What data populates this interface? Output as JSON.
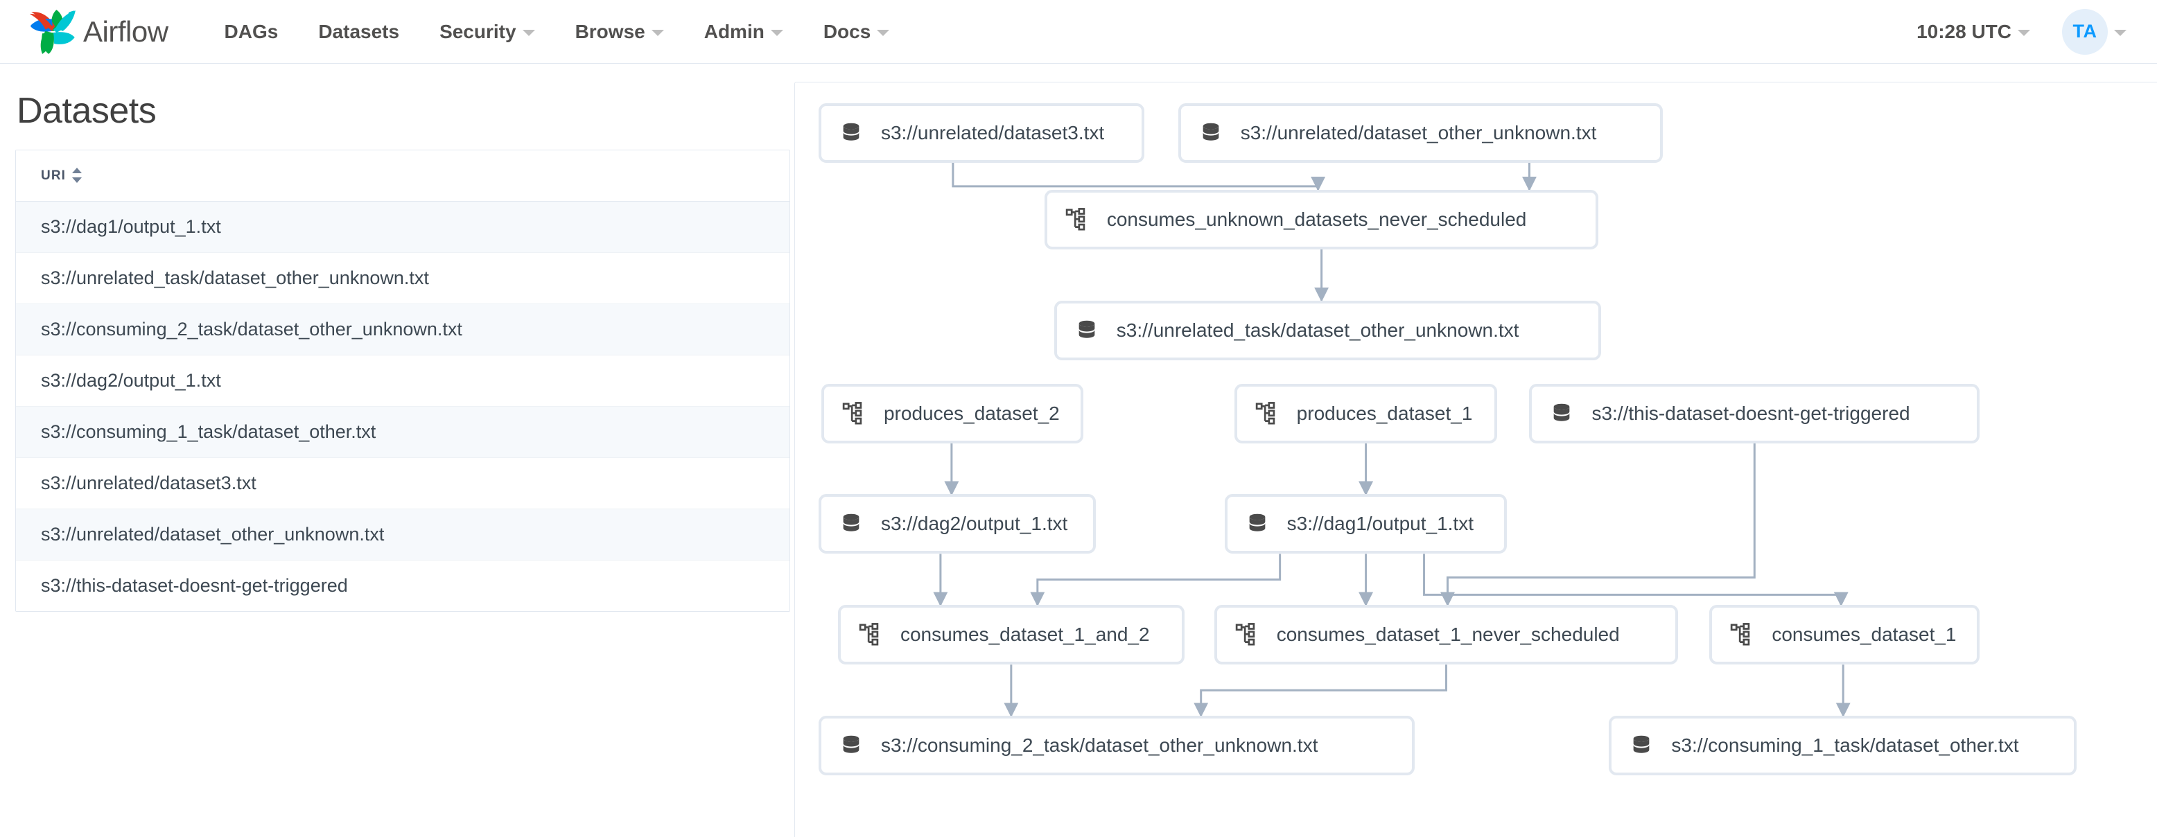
{
  "navbar": {
    "brand_label": "Airflow",
    "brand_icon": "airflow-pinwheel-logo",
    "links": [
      {
        "label": "DAGs",
        "has_caret": false
      },
      {
        "label": "Datasets",
        "has_caret": false
      },
      {
        "label": "Security",
        "has_caret": true
      },
      {
        "label": "Browse",
        "has_caret": true
      },
      {
        "label": "Admin",
        "has_caret": true
      },
      {
        "label": "Docs",
        "has_caret": true
      }
    ],
    "clock": "10:28 UTC",
    "avatar_initials": "TA"
  },
  "left": {
    "title": "Datasets",
    "table": {
      "columns": [
        "URI"
      ],
      "rows": [
        "s3://dag1/output_1.txt",
        "s3://unrelated_task/dataset_other_unknown.txt",
        "s3://consuming_2_task/dataset_other_unknown.txt",
        "s3://dag2/output_1.txt",
        "s3://consuming_1_task/dataset_other.txt",
        "s3://unrelated/dataset3.txt",
        "s3://unrelated/dataset_other_unknown.txt",
        "s3://this-dataset-doesnt-get-triggered"
      ]
    }
  },
  "graph": {
    "nodes": [
      {
        "id": "ds_unrelated_dataset3",
        "type": "dataset",
        "icon": "database-icon",
        "label": "s3://unrelated/dataset3.txt"
      },
      {
        "id": "ds_unrelated_other_unknown",
        "type": "dataset",
        "icon": "database-icon",
        "label": "s3://unrelated/dataset_other_unknown.txt"
      },
      {
        "id": "dag_consumes_unknown",
        "type": "dag",
        "icon": "sitemap-icon",
        "label": "consumes_unknown_datasets_never_scheduled"
      },
      {
        "id": "ds_unrelated_task_other",
        "type": "dataset",
        "icon": "database-icon",
        "label": "s3://unrelated_task/dataset_other_unknown.txt"
      },
      {
        "id": "dag_produces_2",
        "type": "dag",
        "icon": "sitemap-icon",
        "label": "produces_dataset_2"
      },
      {
        "id": "dag_produces_1",
        "type": "dag",
        "icon": "sitemap-icon",
        "label": "produces_dataset_1"
      },
      {
        "id": "ds_not_triggered",
        "type": "dataset",
        "icon": "database-icon",
        "label": "s3://this-dataset-doesnt-get-triggered"
      },
      {
        "id": "ds_dag2_output",
        "type": "dataset",
        "icon": "database-icon",
        "label": "s3://dag2/output_1.txt"
      },
      {
        "id": "ds_dag1_output",
        "type": "dataset",
        "icon": "database-icon",
        "label": "s3://dag1/output_1.txt"
      },
      {
        "id": "dag_consumes_1_and_2",
        "type": "dag",
        "icon": "sitemap-icon",
        "label": "consumes_dataset_1_and_2"
      },
      {
        "id": "dag_consumes_1_never",
        "type": "dag",
        "icon": "sitemap-icon",
        "label": "consumes_dataset_1_never_scheduled"
      },
      {
        "id": "dag_consumes_1",
        "type": "dag",
        "icon": "sitemap-icon",
        "label": "consumes_dataset_1"
      },
      {
        "id": "ds_consuming_2_task",
        "type": "dataset",
        "icon": "database-icon",
        "label": "s3://consuming_2_task/dataset_other_unknown.txt"
      },
      {
        "id": "ds_consuming_1_task",
        "type": "dataset",
        "icon": "database-icon",
        "label": "s3://consuming_1_task/dataset_other.txt"
      }
    ],
    "edges": [
      {
        "from": "ds_unrelated_dataset3",
        "to": "dag_consumes_unknown"
      },
      {
        "from": "ds_unrelated_other_unknown",
        "to": "dag_consumes_unknown"
      },
      {
        "from": "dag_consumes_unknown",
        "to": "ds_unrelated_task_other"
      },
      {
        "from": "dag_produces_2",
        "to": "ds_dag2_output"
      },
      {
        "from": "dag_produces_1",
        "to": "ds_dag1_output"
      },
      {
        "from": "ds_dag2_output",
        "to": "dag_consumes_1_and_2"
      },
      {
        "from": "ds_dag1_output",
        "to": "dag_consumes_1_and_2"
      },
      {
        "from": "ds_dag1_output",
        "to": "dag_consumes_1_never"
      },
      {
        "from": "ds_dag1_output",
        "to": "dag_consumes_1"
      },
      {
        "from": "ds_not_triggered",
        "to": "dag_consumes_1_never"
      },
      {
        "from": "dag_consumes_1_and_2",
        "to": "ds_consuming_2_task"
      },
      {
        "from": "dag_consumes_1_never",
        "to": "ds_consuming_2_task"
      },
      {
        "from": "dag_consumes_1",
        "to": "ds_consuming_1_task"
      }
    ]
  },
  "colors": {
    "accent": "#017cee",
    "node_border": "#e2e8f0",
    "edge": "#a3b1c2",
    "text": "#3d4852",
    "row_alt": "#f6f9fc",
    "avatar_bg": "#e4effa",
    "avatar_fg": "#0d9aff"
  }
}
